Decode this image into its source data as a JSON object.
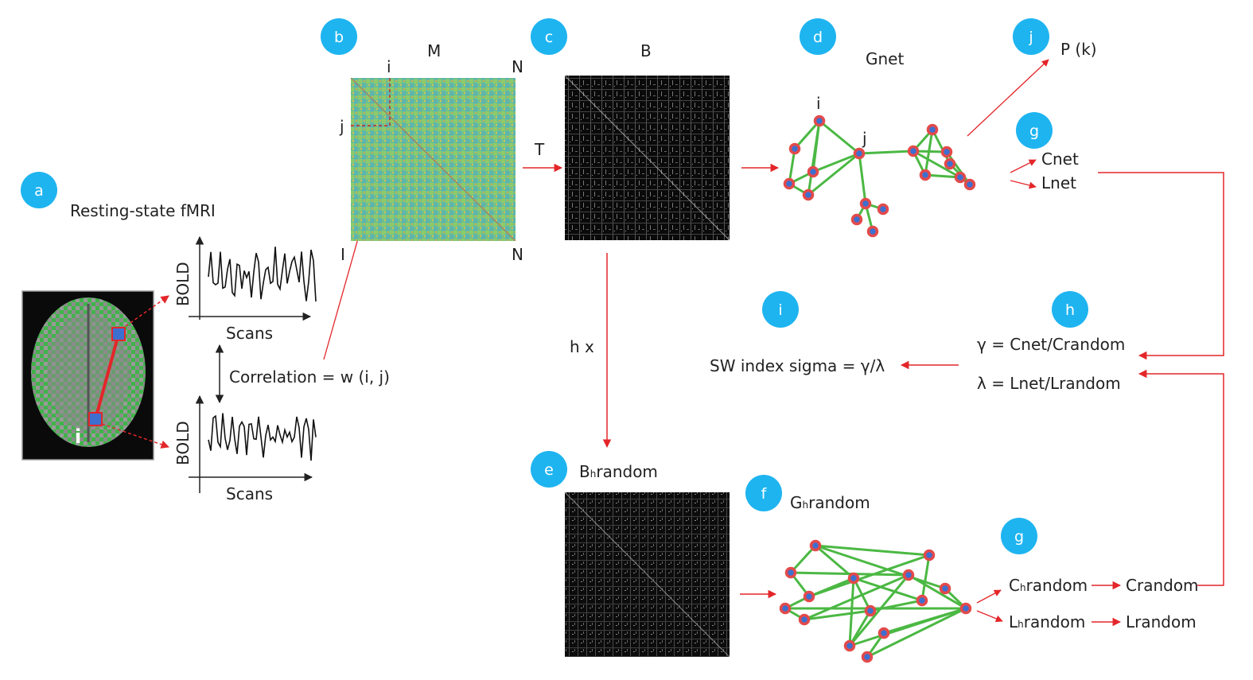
{
  "colors": {
    "badge": "#1eb4f0",
    "arrow": "#e3262a",
    "edge": "#4bb843",
    "node_fill": "#3d6fd1",
    "node_ring": "#e34a4a",
    "brain_green": "#3fb449"
  },
  "badges": {
    "a": "a",
    "b": "b",
    "c": "c",
    "d": "d",
    "e": "e",
    "f": "f",
    "g_top": "g",
    "g_bottom": "g",
    "h": "h",
    "i": "i",
    "j": "j"
  },
  "panel_a": {
    "title": "Resting-state fMRI",
    "voxel_i_label": "i",
    "top_plot": {
      "ylabel": "BOLD",
      "xlabel": "Scans"
    },
    "bottom_plot": {
      "ylabel": "BOLD",
      "xlabel": "Scans"
    },
    "correlation_text": "Correlation = w (i, j)"
  },
  "panel_b": {
    "matrix_label": "M",
    "corner_top_right": "N",
    "corner_bottom_left": "I",
    "corner_bottom_right": "N",
    "row_marker": "j",
    "col_marker": "i"
  },
  "panel_c": {
    "matrix_label": "B",
    "threshold_label": "T",
    "hx_label": "h x"
  },
  "panel_d": {
    "graph_label": "Gnet",
    "node_i_label": "i",
    "node_j_label": "j"
  },
  "panel_j": {
    "label": "P (k)"
  },
  "panel_g_top": {
    "cnet": "Cnet",
    "lnet": "Lnet"
  },
  "panel_h": {
    "gamma_eq": "γ = Cnet/Crandom",
    "lambda_eq": "λ = Lnet/Lrandom"
  },
  "panel_i": {
    "sw_index": "SW index sigma = γ/λ"
  },
  "panel_e": {
    "label_main": "B",
    "label_sub": "h",
    "label_tail": "random"
  },
  "panel_f": {
    "label_main": "G",
    "label_sub": "h",
    "label_tail": "random"
  },
  "panel_g_bottom": {
    "ch_main": "C",
    "ch_sub": "h",
    "ch_tail": "random",
    "lh_main": "L",
    "lh_sub": "h",
    "lh_tail": "random",
    "crandom": "Crandom",
    "lrandom": "Lrandom"
  }
}
